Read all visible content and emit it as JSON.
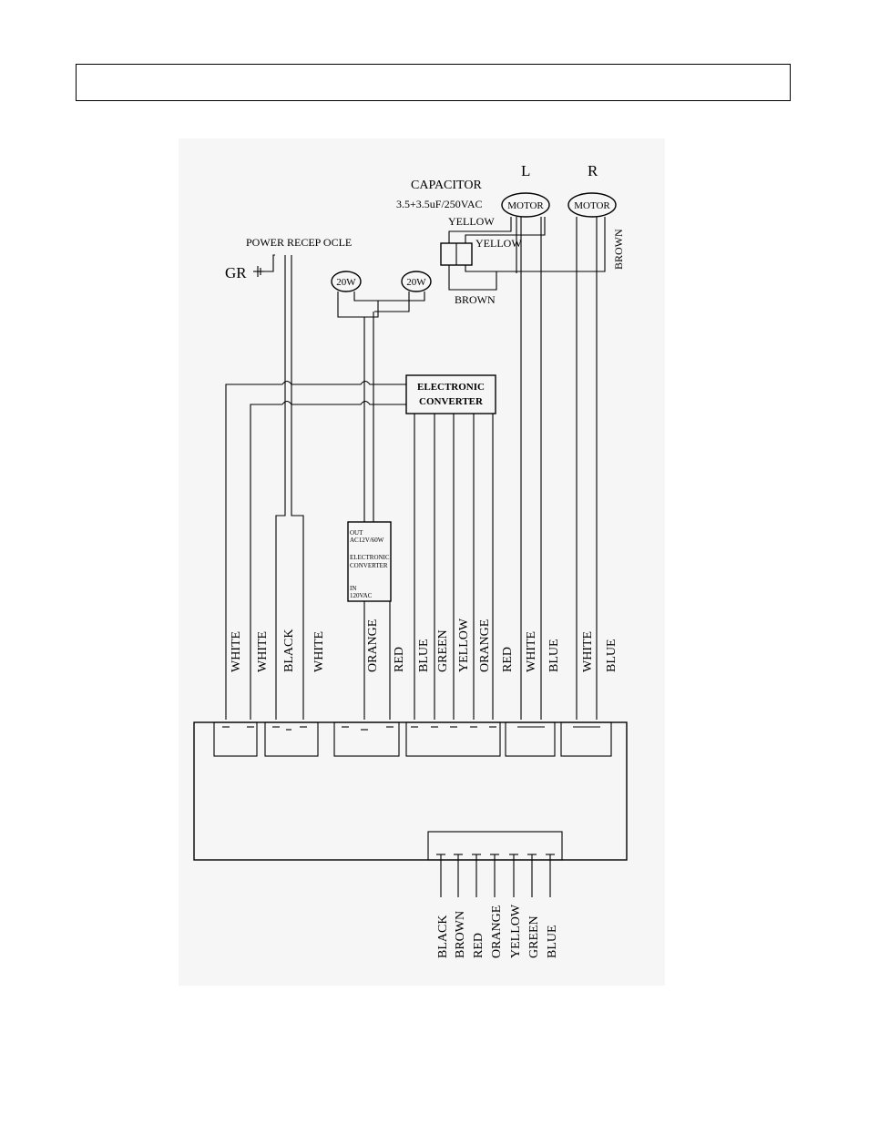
{
  "header": {
    "title": ""
  },
  "diagram": {
    "capacitor_label": "CAPACITOR",
    "capacitor_rating": "3.5+3.5uF/250VAC",
    "motor_left_side": "L",
    "motor_right_side": "R",
    "motor_label": "MOTOR",
    "cap_wire_yellow_top": "YELLOW",
    "cap_wire_yellow_mid": "YELLOW",
    "cap_wire_brown_bottom": "BROWN",
    "motor_r_brown": "BROWN",
    "power_label": "POWER RECEP OCLE",
    "ground_label": "GR",
    "lamp_label": "20W",
    "converter_label_line1": "ELECTRONIC",
    "converter_label_line2": "CONVERTER",
    "transformer_lines": [
      "OUT",
      "AC12V/60W",
      "ELECTRONIC",
      "CONVERTER",
      "IN",
      "120VAC"
    ],
    "wire_labels": [
      "WHITE",
      "WHITE",
      "BLACK",
      "WHITE",
      "ORANGE",
      "RED",
      "BLUE",
      "GREEN",
      "YELLOW",
      "ORANGE",
      "RED",
      "WHITE",
      "BLUE",
      "WHITE",
      "BLUE"
    ],
    "bottom_labels": [
      "BLACK",
      "BROWN",
      "RED",
      "ORANGE",
      "YELLOW",
      "GREEN",
      "BLUE"
    ]
  }
}
